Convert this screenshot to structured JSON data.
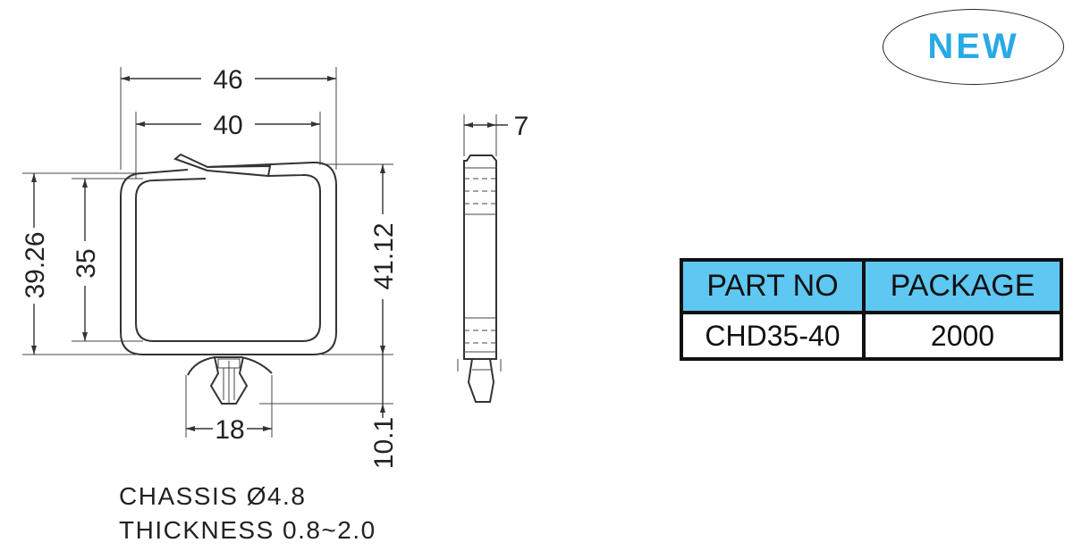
{
  "badge": {
    "label": "NEW",
    "color": "#29a9e6"
  },
  "dimensions": {
    "overall_width": "46",
    "inner_width": "40",
    "side_thickness": "7",
    "overall_height": "39.26",
    "inner_height": "35",
    "right_height": "41.12",
    "clip_width": "18",
    "clip_height": "10.1"
  },
  "table": {
    "headers": [
      "PART NO",
      "PACKAGE"
    ],
    "row": [
      "CHD35-40",
      "2000"
    ],
    "header_color": "#5ec7f2"
  },
  "notes": {
    "chassis": "CHASSIS  Ø4.8",
    "thickness": "THICKNESS  0.8~2.0"
  }
}
